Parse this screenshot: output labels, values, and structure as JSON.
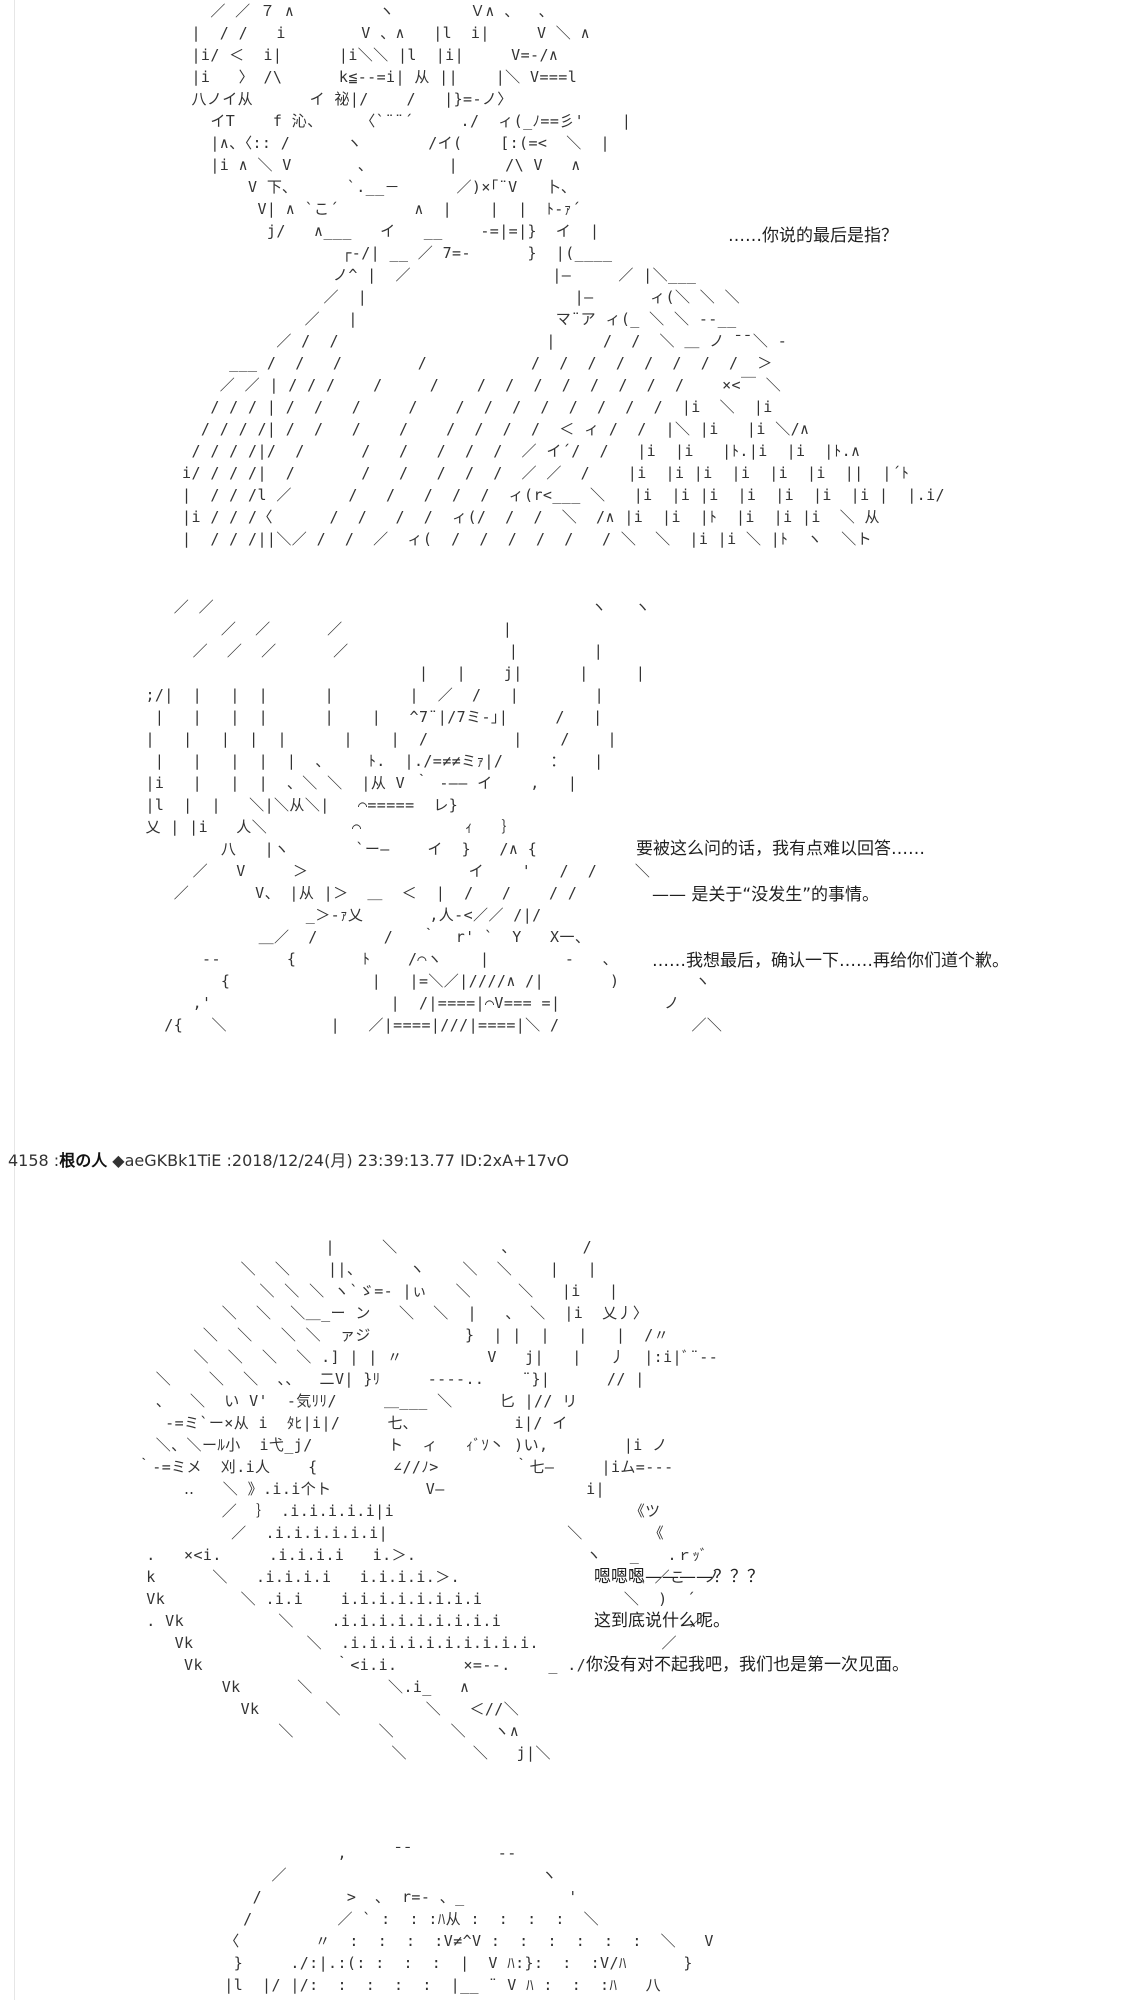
{
  "dialogue": {
    "panel1_line1": "……你说的最后是指？",
    "panel2_line1": "要被这么问的话，我有点难以回答……",
    "panel2_line2": "—— 是关于“没发生”的事情。",
    "panel2_line3": "……我想最后，确认一下……再给你们道个歉。",
    "panel3_line1": "嗯嗯嗯————？？？",
    "panel3_line2": "这到底说什么呢。",
    "panel3_line3": "你没有对不起我吧，我们也是第一次见面。"
  },
  "post": {
    "number": "4158",
    "separator1": " :",
    "name": "根の人",
    "trip": " ◆aeGKBk1TiE",
    "date": " :2018/12/24(月) 23:39:13.77",
    "id": " ID:2xA+17vO"
  },
  "ascii_art": {
    "panel1": "                 ／ ／ ７ ∧         ヽ        Ｖ∧ 、  、\n               |  / /   i        V 、∧   |l  i|     V ＼ ∧\n               |i/ ＜  i|      |i＼＼ |l  |i|     V=-/∧\n               |i   〉 /\\      k≦--=i| 从 ||    |＼ V===l\n               八ノイ从      イ 祕|/    /   |}=-ノ〉\n                 イT    f 沁、    〈`¨¨´     ./  ィ(_ﾉ==彡'    |\n                 |∧、〈:: /      ヽ       /イ(    [:(=<  ＼  |\n                 |i ∧ ＼ V       、        |     /\\ V   ∧\n                     V 下､      `.__－      ／)×｢¨V   卜､\n                      V| ∧ `こ´        ∧  |    |  |  ﾄ‐ｧ´\n                       j/   ∧___   イ   __    -=|=|}  イ  |\n                               ┌‐/| __ ／ 7=-      }  |(____\n                              ノ^ |  ／               |―     ／ |＼___\n                             ／  |                      |―      ィ(＼ ＼ ＼\n                           ／   |                     マ¨ア ィ(_ ＼ ＼ -‐__\n                        ／ /  /                      |     /  /  ＼ ＿ ノ ̄ ̄ ＼ ‐\n                   ___ /  /   /        /           /  /  /  /  /  /  /  /  ＞\n                  ／ ／ | / / /    /     /    /  /  /  /  /  /  /  /    ×<￣ ＼\n                 / / / | /  /   /     /    /  /  /  /  /  /  /  /  |i  ＼  |i\n                / / / /| /  /   /    /    /  /  /  /  ＜ ィ /  /  |＼ |i   |i ＼/∧\n               / / / /|/  /      /   /   /  /  /  ／ イ´/  /   |i  |i   |ﾄ.|i  |i  |ﾄ.∧\n              i/ / / /|  /       /   /   /  /  /  ／ ／  /    |i  |i |i  |i  |i  |i  ||  |´ﾄ\n              |  / / /l ／      /   /   /  /  /  ィ(r<___ ＼   |i  |i |i  |i  |i  |i  |i |  |.i/\n              |i / / /〈      /  /   /  /  ィ(/  /  /  ＼  /∧ |i  |i  |ﾄ  |i  |i |i  ＼ 从\n              |  / / /||＼／ /  /  ／  ィ(  /  /  /  /  /   / ＼  ＼  |i |i ＼ |ﾄ  ヽ  ＼ト",
    "panel2": "           ／ ／                                        ヽ   ヽ\n                ／  ／      ／                 |\n             ／  ／  ／      ／                 |        |\n                                     |   |    j|      |     |\n        ;/|  |   |  |      |        |  ／  /   |        |\n         |   |   |  |      |    |   ^7¨|/7ミ-｣|     /   |\n        |   |   |  |  |      |    |  /         |    /    |\n         |   |   |  |  |  、    ﾄ.  |./=≠≠ミｧ|/     ：   |\n        |i   |   |  |  、＼ ＼  |从 V ｀ ‐―― イ    ,   |\n        |l  |  |   ＼|＼从＼|   ⌒=====  レ}\n        乂 | |i   人＼         ⌒           ｨ   ｝\n                八   |ヽ       `ー―    イ  }   /∧ {\n             ／   V     ＞                 イ    '   /  /    ＼\n           ／       V、 |从 |＞  ＿  ＜  |  /   /    / /\n                         _＞-ｧ乂       ,人-<／／ /|/\n                    ＿／  /       /   ｀  r' `  Y   X一、\n              ‐-       {       ﾄ    /⌒ヽ    |        ‐   、\n                {               |   |=＼／|////∧ /|       )        ヽ\n             ,'                   |  /|====|⌒V=== =|           ノ\n          /{   ＼           |   ／|====|///|====|＼ /              ／＼",
    "panel3": "                             |     ＼           、       /\n                    ＼  ＼    ||、     ヽ    ＼  ＼    |   |\n                      ＼ ＼ ＼ ヽ`ゞ=- |ぃ   ＼     ＼   |i   |\n                  ＼  ＼  ＼＿_ー ン   ＼  ＼  |   、 ＼  |i  乂丿〉\n                ＼  ＼   ＼ ＼  ァジ          }  | |  |   |   |  /〃\n               ＼  ＼  ＼  ＼ .] | | 〃         V   j|   |   丿  |:i|ﾞ¨‐‐\n           ＼    ＼  ＼  、、  二V| }ﾘ     ‐‐‐-..    ¨}|      // |\n           、  ＼  い V'  ‐気ﾘﾘ/     ＿___ ＼     匕 |// リ\n            -=ミ`ー×从 i  ﾀﾋ|i|/     七､           i|/ イ\n           ＼、＼ーﾙ小  i弋_j/        ト  ィ   ｨﾞｿ丶 )い,        |i ノ\n         ｀-=ミメ  刈.i人    {        ∠//ﾉ>        ｀七―     |iム=-‐‐\n              ‥   ＼ 》.i.i个ト          V―               i|\n                  ／  ｝ .i.i.i.i.i|i                         《ツ\n                   ／  .i.i.i.i.i.i|                   ＼       《\n          .   ×<i.     .i.i.i.i   i.＞.                  ヽ   _   .ｒｯﾞ\n          k      ＼   .i.i.i.i   i.i.i.i.＞.                  ＼ ／こ  ノ\n          Vk        ＼ .i.i    i.i.i.i.i.i.i.i               ＼  )  ´\n          . Vk          ＼    .i.i.i.i.i.i.i.i.i                    ／\n             Vk            ＼  .i.i.i.i.i.i.i.i.i.i.             ／\n              Vk              ｀<i.i.       ×=‐-.    _ ./\n                  Vk      ＼        ＼.i_   ∧\n                    Vk       ＼         ＼   ＜//＼\n                        ＼         ＼      ＼   ヽ∧\n                                    ＼       ＼   j|＼",
    "panel4": "                      ,     ̄ ̄          ‐-\n               ／                           ヽ\n             /         >  ､  r=‐ 、_           '\n            /         ／ ` :  : :ﾊ从 :  :  :  :  ＼\n          〈        〃  :  :  :  :V≠^V :  :  :  :  :  :  ＼   V\n           }     ./:|.:(: :  :  :  |  V ﾊ:}:  :  :V/ﾊ      }\n          |l  |/ |/:  :  :  :  :  |__ ¨ V ﾊ :  :  :ﾊ   八"
  }
}
